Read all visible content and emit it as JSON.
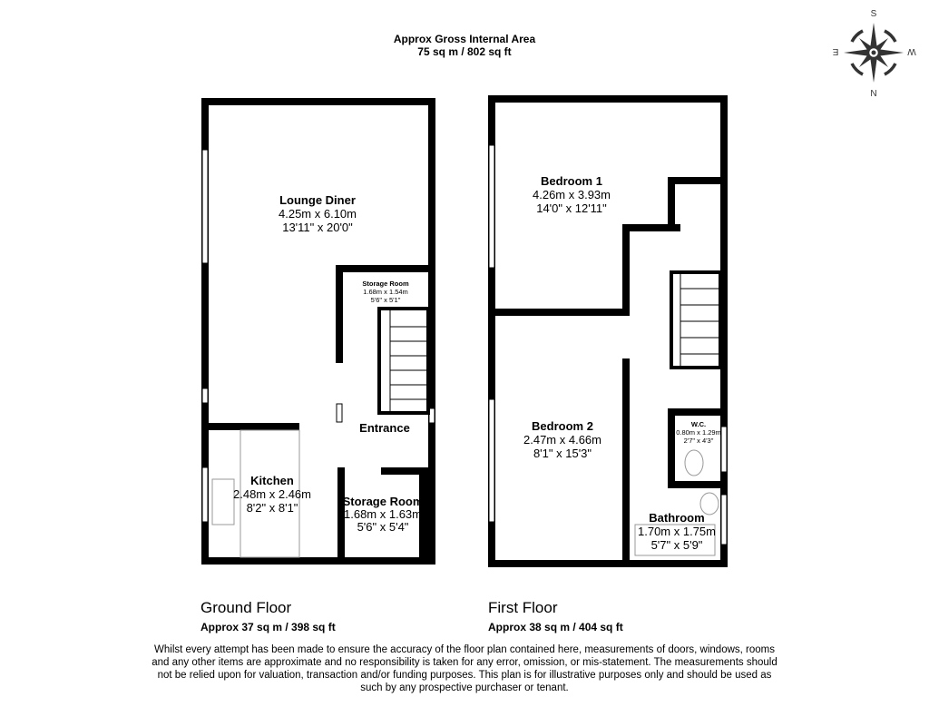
{
  "header": {
    "title": "Approx Gross Internal Area",
    "area": "75 sq m / 802 sq ft"
  },
  "compass": {
    "labels": {
      "n": "N",
      "s": "S",
      "e": "E",
      "w": "W"
    }
  },
  "ground_floor": {
    "name": "Ground Floor",
    "area": "Approx 37 sq m / 398 sq ft",
    "rooms": [
      {
        "name": "Lounge Diner",
        "metric": "4.25m x 6.10m",
        "imperial": "13'11\" x 20'0\""
      },
      {
        "name": "Storage Room",
        "metric": "1.68m x 1.54m",
        "imperial": "5'6\" x 5'1\""
      },
      {
        "name": "Entrance"
      },
      {
        "name": "Kitchen",
        "metric": "2.48m x 2.46m",
        "imperial": "8'2\" x 8'1\""
      },
      {
        "name": "Storage Room",
        "metric": "1.68m x 1.63m",
        "imperial": "5'6\" x 5'4\""
      }
    ]
  },
  "first_floor": {
    "name": "First Floor",
    "area": "Approx 38 sq m / 404 sq ft",
    "rooms": [
      {
        "name": "Bedroom 1",
        "metric": "4.26m x 3.93m",
        "imperial": "14'0\" x 12'11\""
      },
      {
        "name": "Bedroom 2",
        "metric": "2.47m x 4.66m",
        "imperial": "8'1\" x 15'3\""
      },
      {
        "name": "W.C.",
        "metric": "0.80m x 1.29m",
        "imperial": "2'7\" x 4'3\""
      },
      {
        "name": "Bathroom",
        "metric": "1.70m x 1.75m",
        "imperial": "5'7\" x 5'9\""
      }
    ]
  },
  "disclaimer": "Whilst every attempt has been made to ensure the accuracy of the floor plan contained here, measurements of doors, windows, rooms and any other items are approximate and no responsibility is taken for any error, omission, or mis-statement. The measurements should not be relied upon for valuation, transaction and/or funding purposes. This plan is for illustrative purposes only and should be used as such by any prospective purchaser or tenant."
}
